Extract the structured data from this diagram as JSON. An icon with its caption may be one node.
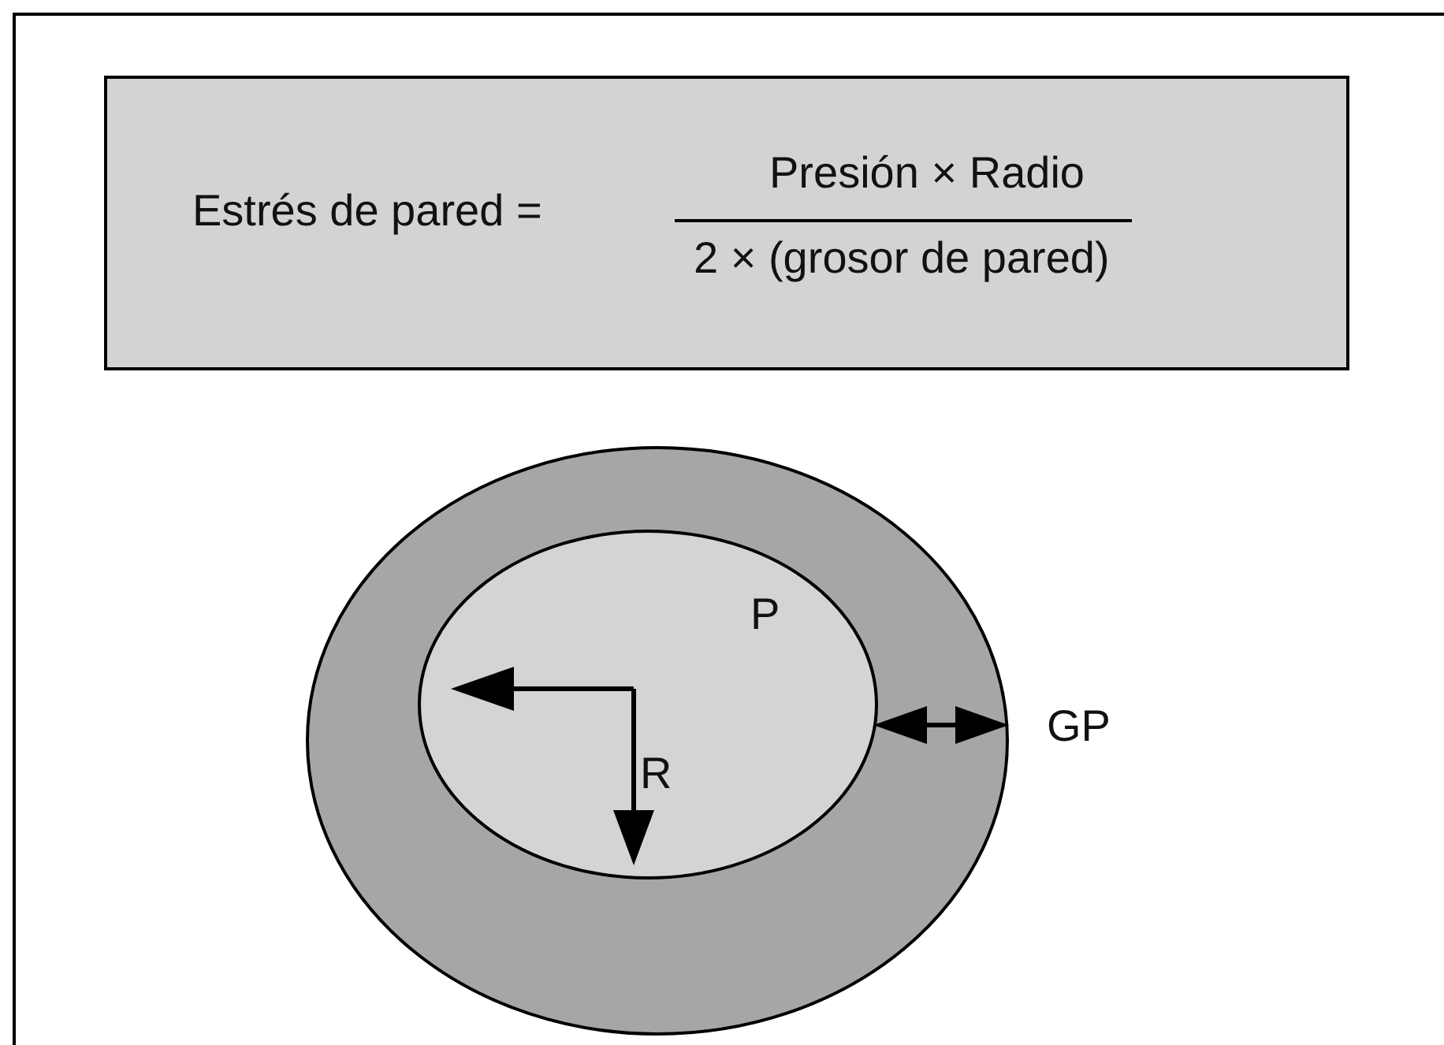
{
  "diagram": {
    "nodes": [
      {
        "text": [
          "Estrés de pared =",
          "Presión × Radio",
          "2 × (grosor de pared)"
        ]
      }
    ],
    "labels": [
      "P",
      "R",
      "GP"
    ]
  }
}
